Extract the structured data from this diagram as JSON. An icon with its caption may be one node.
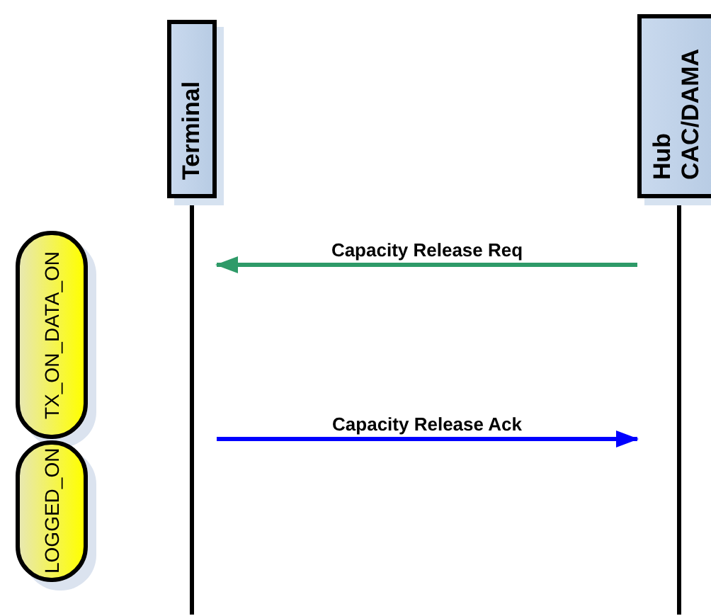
{
  "diagram": {
    "nodes": [
      {
        "text": [
          "Terminal"
        ]
      },
      {
        "text": [
          "Hub CAC/DAMA"
        ]
      },
      {
        "text": [
          "TX_ON_DATA_ON"
        ]
      },
      {
        "text": [
          "LOGGED_ON"
        ]
      }
    ],
    "edges": [
      {
        "from": 1,
        "to": 0,
        "arrow": "to",
        "label": "Capacity Release Req",
        "color": "#2e9a68"
      },
      {
        "from": 0,
        "to": 1,
        "arrow": "to",
        "label": "Capacity Release Ack",
        "color": "#0000ff"
      }
    ]
  }
}
